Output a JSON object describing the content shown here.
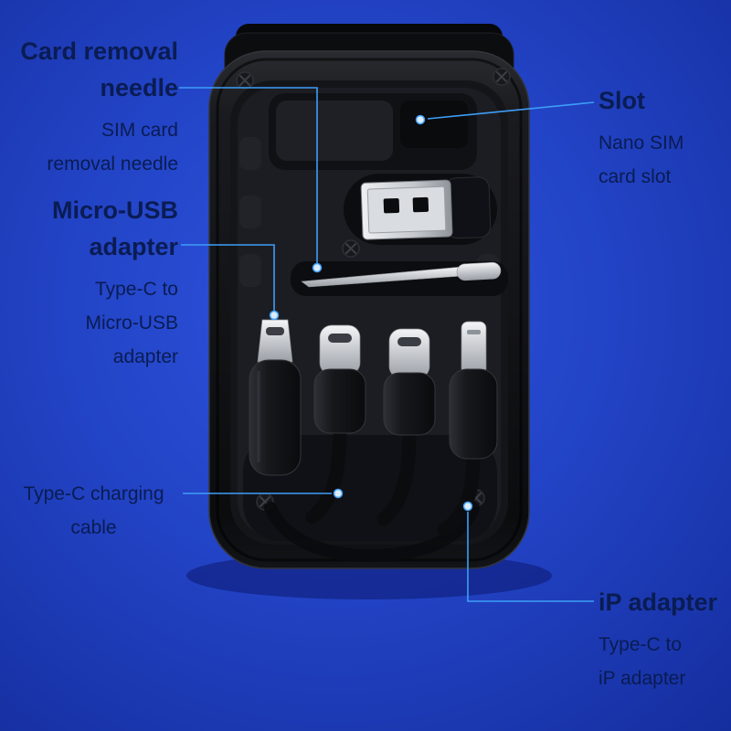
{
  "colors": {
    "bg_center": "#2d53dd",
    "bg_mid": "#2243c5",
    "bg_edge": "#152e9e",
    "label_text": "#0a1c52",
    "leader_line": "#3e9df8"
  },
  "annotations": {
    "card_removal": {
      "title_lines": [
        "Card removal",
        "needle"
      ],
      "subtitle_lines": [
        "SIM card",
        "removal needle"
      ]
    },
    "slot": {
      "title": "Slot",
      "subtitle_lines": [
        "Nano SIM",
        "card slot"
      ]
    },
    "micro_usb": {
      "title_lines": [
        "Micro-USB",
        "adapter"
      ],
      "subtitle_lines": [
        "Type-C to",
        "Micro-USB",
        "adapter"
      ]
    },
    "type_c_cable": {
      "label_lines": [
        "Type-C charging",
        "cable"
      ]
    },
    "ip_adapter": {
      "title": "iP adapter",
      "subtitle_lines": [
        "Type-C to",
        "iP adapter"
      ]
    }
  }
}
